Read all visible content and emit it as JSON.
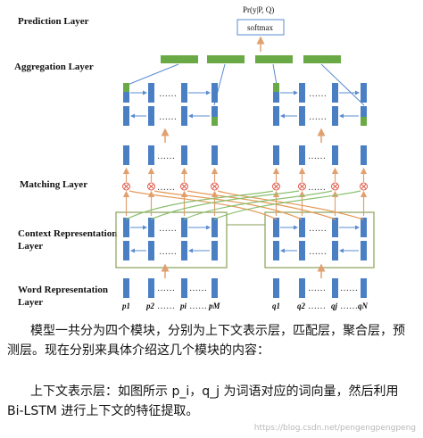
{
  "diagram": {
    "layers": {
      "prediction": "Prediction Layer",
      "aggregation": "Aggregation Layer",
      "matching": "Matching Layer",
      "context_1": "Context Representation",
      "context_2": "Layer",
      "word_1": "Word Representation",
      "word_2": "Layer"
    },
    "prediction": {
      "formula": "Pr(y|P, Q)",
      "softmax_label": "softmax"
    },
    "dots": "……",
    "tokens_p": [
      "p1",
      "p2",
      "pi",
      "pM"
    ],
    "tokens_q": [
      "q1",
      "q2",
      "qj",
      "qN"
    ],
    "colors": {
      "blue_cell": "#4a7fc4",
      "green_cell": "#6aaa46",
      "match_node": "#e05a4a",
      "arrow": "#e0a070",
      "link_green": "#8cc070",
      "link_orange": "#e59a5a",
      "box_border": "#8aa05a"
    }
  },
  "text": {
    "para1": "模型一共分为四个模块，分别为上下文表示层，匹配层，聚合层，预测层。现在分别来具体介绍这几个模块的内容：",
    "para2": "上下文表示层：如图所示 p_i，q_j 为词语对应的词向量，然后利用 Bi-LSTM 进行上下文的特征提取。"
  },
  "watermark": "https://blog.csdn.net/pengengpengpeng"
}
